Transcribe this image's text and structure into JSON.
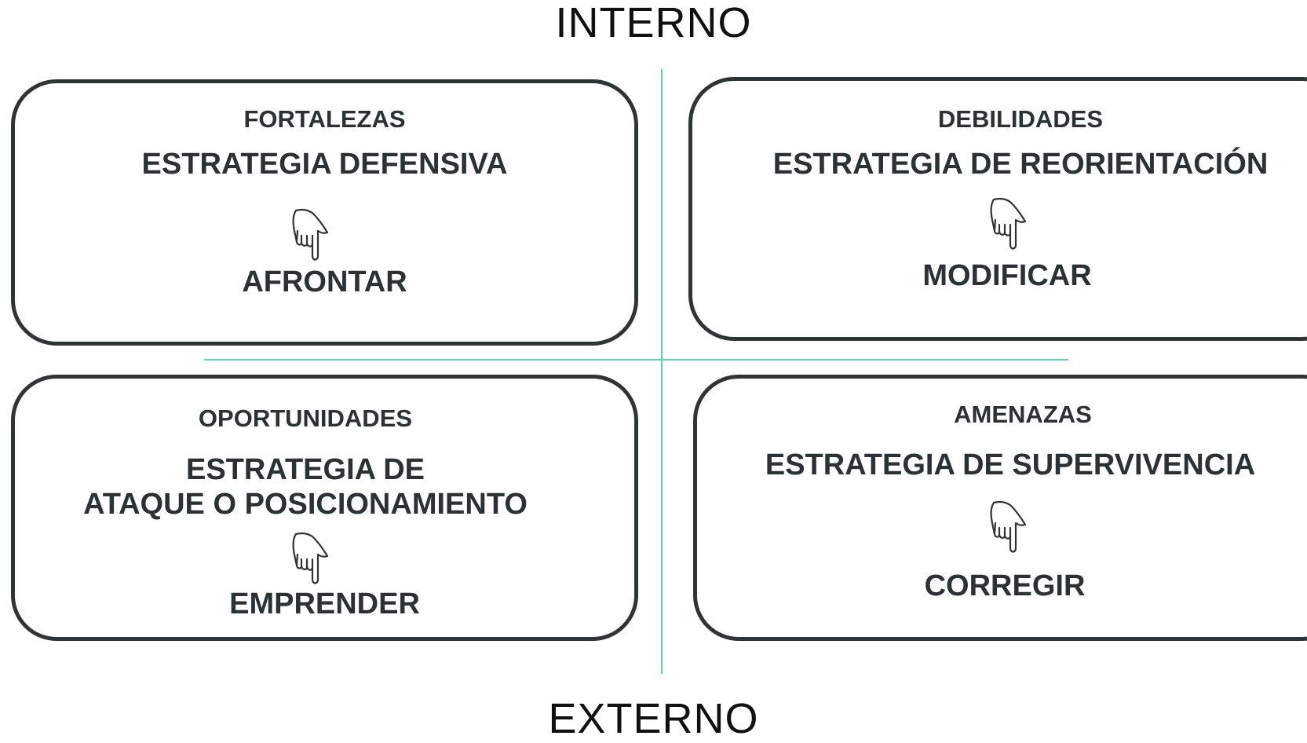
{
  "titles": {
    "top": "INTERNO",
    "bottom": "EXTERNO"
  },
  "quadrants": [
    {
      "category": "FORTALEZAS",
      "strategy": "ESTRATEGIA DEFENSIVA",
      "icon": "pointing-down-hand-icon",
      "action": "AFRONTAR"
    },
    {
      "category": "DEBILIDADES",
      "strategy": "ESTRATEGIA DE REORIENTACIÓN",
      "icon": "pointing-down-hand-icon",
      "action": "MODIFICAR"
    },
    {
      "category": "OPORTUNIDADES",
      "strategy_line1": "ESTRATEGIA DE",
      "strategy_line2": "ATAQUE O POSICIONAMIENTO",
      "icon": "pointing-down-hand-icon",
      "action": "EMPRENDER"
    },
    {
      "category": "AMENAZAS",
      "strategy": "ESTRATEGIA DE SUPERVIVENCIA",
      "icon": "pointing-down-hand-icon",
      "action": "CORREGIR"
    }
  ],
  "colors": {
    "axis_line": "#5fd0b2",
    "box_border": "#2f3436",
    "text": "#2a3236"
  }
}
